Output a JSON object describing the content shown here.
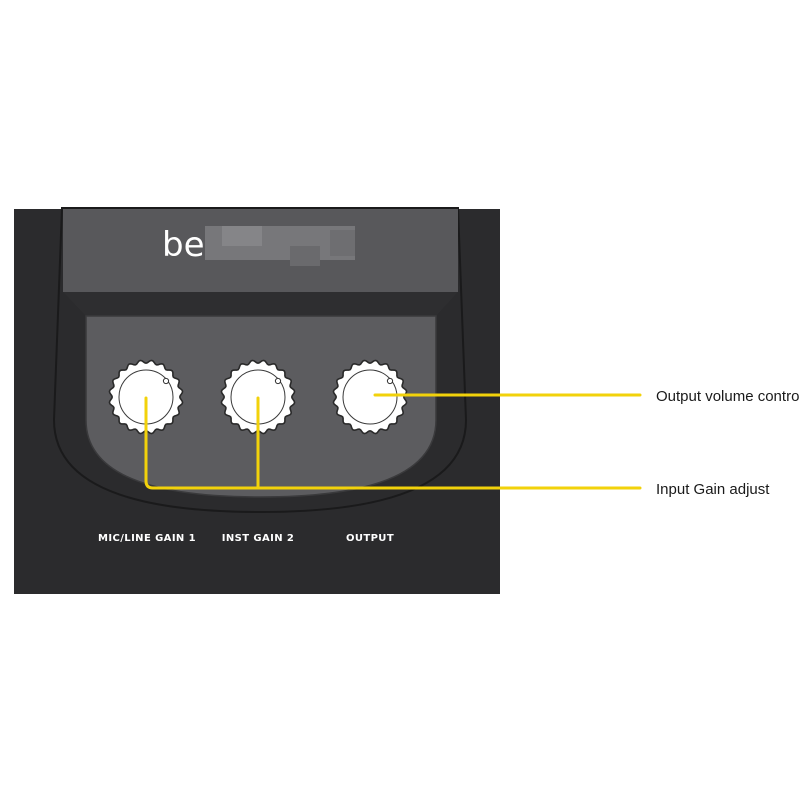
{
  "device": {
    "brand_text": "be",
    "colors": {
      "body": "#2b2b2d",
      "panel_dark": "#262628",
      "top_panel": "#58585b",
      "face": "#5c5c5f",
      "knob": "#ffffff",
      "callout_line": "#f2d20b",
      "label_text": "#ffffff",
      "callout_text": "#1a1a1a"
    }
  },
  "knobs": [
    {
      "id": "mic-line-gain-1",
      "label": "MIC/LINE GAIN 1"
    },
    {
      "id": "inst-gain-2",
      "label": "INST GAIN 2"
    },
    {
      "id": "output",
      "label": "OUTPUT"
    }
  ],
  "callouts": {
    "output_volume": {
      "text": "Output volume control"
    },
    "input_gain": {
      "text": "Input Gain adjust"
    }
  }
}
